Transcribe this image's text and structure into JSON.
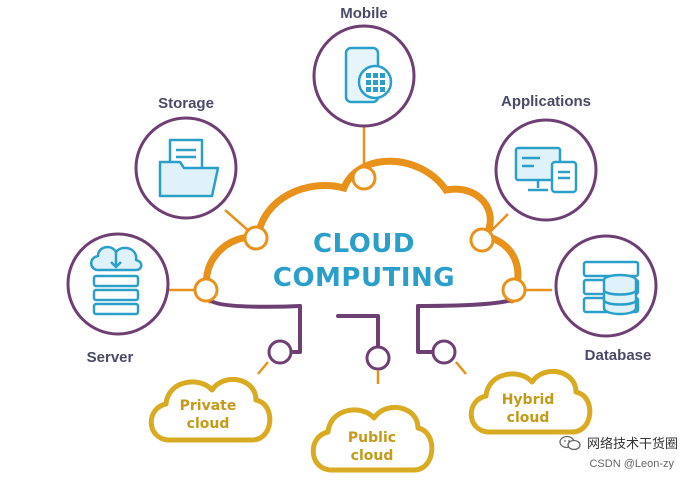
{
  "diagram": {
    "title_line1": "CLOUD",
    "title_line2": "COMPUTING",
    "nodes": {
      "mobile": "Mobile",
      "storage": "Storage",
      "applications": "Applications",
      "server": "Server",
      "database": "Database"
    },
    "sub_clouds": {
      "private_l1": "Private",
      "private_l2": "cloud",
      "public_l1": "Public",
      "public_l2": "cloud",
      "hybrid_l1": "Hybrid",
      "hybrid_l2": "cloud"
    },
    "colors": {
      "orange": "#e8921c",
      "purple": "#6e3f73",
      "blue": "#2a9fc9",
      "gold": "#d9ab22"
    }
  },
  "watermark": {
    "channel": "网络技术干货圈",
    "credit": "CSDN @Leon-zy",
    "icon": "wechat-icon"
  }
}
